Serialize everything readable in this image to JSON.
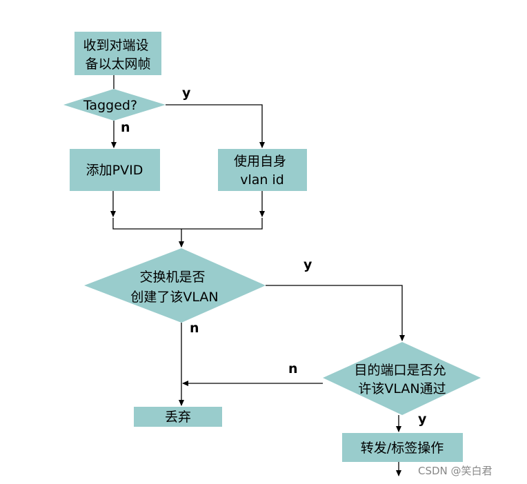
{
  "nodes": {
    "receive": {
      "lines": [
        "收到对端设",
        "备以太网帧"
      ]
    },
    "tagged": {
      "lines": [
        "Tagged?"
      ]
    },
    "add_pvid": {
      "lines": [
        "添加PVID"
      ]
    },
    "use_own": {
      "lines": [
        "使用自身",
        "vlan id"
      ]
    },
    "vlan_created": {
      "lines": [
        "交换机是否",
        "创建了该VLAN"
      ]
    },
    "port_allowed": {
      "lines": [
        "目的端口是否允",
        "许该VLAN通过"
      ]
    },
    "discard": {
      "lines": [
        "丢弃"
      ]
    },
    "forward": {
      "lines": [
        "转发/标签操作"
      ]
    }
  },
  "edge_labels": {
    "tagged_yes": "y",
    "tagged_no": "n",
    "created_yes": "y",
    "created_no": "n",
    "allowed_no": "n",
    "allowed_yes": "y"
  },
  "watermark": "CSDN @笑白君"
}
